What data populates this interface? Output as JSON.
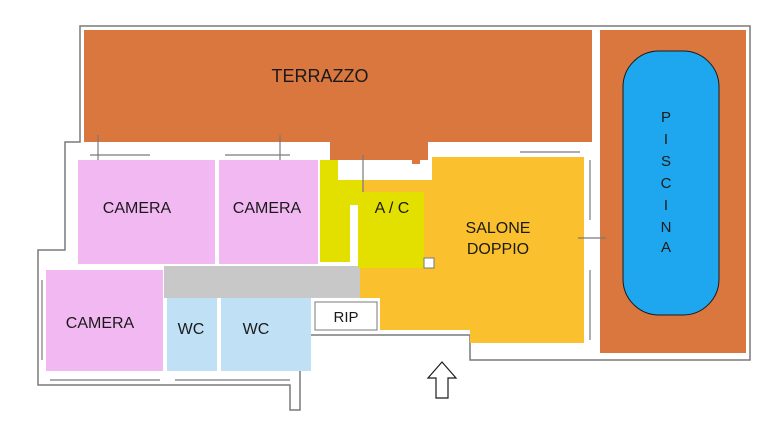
{
  "rooms": {
    "terrazzo": "TERRAZZO",
    "camera_1": "CAMERA",
    "camera_2": "CAMERA",
    "camera_3": "CAMERA",
    "ac": "A / C",
    "salone_line1": "SALONE",
    "salone_line2": "DOPPIO",
    "wc_1": "WC",
    "wc_2": "WC",
    "rip": "RIP",
    "piscina_letters": [
      "P",
      "I",
      "S",
      "C",
      "I",
      "N",
      "A"
    ]
  },
  "colors": {
    "terrazzo": "#d9773f",
    "camera": "#f2b8f2",
    "wc": "#bfe0f5",
    "ac": "#e3e000",
    "salone": "#fbc02d",
    "corridor": "#c8c8c8",
    "pool": "#1ea7ef",
    "rip": "#ffffff",
    "wall": "#ffffff",
    "wall_line": "#7a7a7a"
  },
  "icons": {
    "entrance": "arrow-up-icon"
  }
}
